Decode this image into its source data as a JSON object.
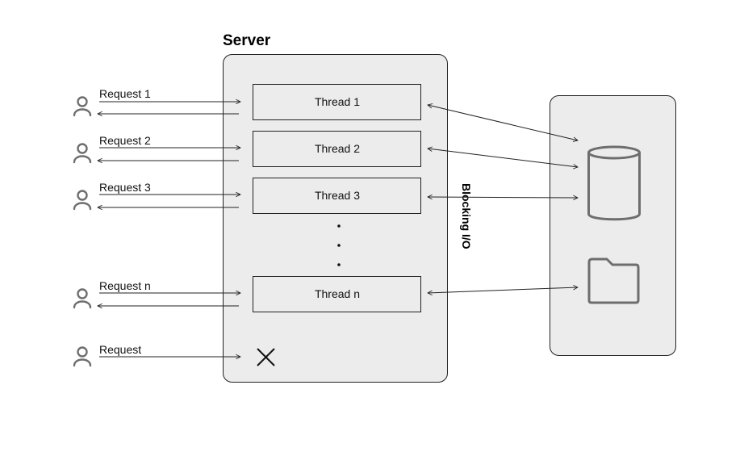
{
  "server": {
    "title": "Server"
  },
  "requests": [
    {
      "label": "Request 1",
      "thread": "Thread 1"
    },
    {
      "label": "Request 2",
      "thread": "Thread 2"
    },
    {
      "label": "Request 3",
      "thread": "Thread 3"
    },
    {
      "label": "Request n",
      "thread": "Thread n"
    }
  ],
  "rejected_request": {
    "label": "Request"
  },
  "storage": {
    "io_label": "Blocking I/O"
  },
  "icons": {
    "client": "user-icon",
    "database": "database-icon",
    "folder": "folder-icon",
    "reject": "close-icon",
    "more": "ellipsis-icon"
  }
}
